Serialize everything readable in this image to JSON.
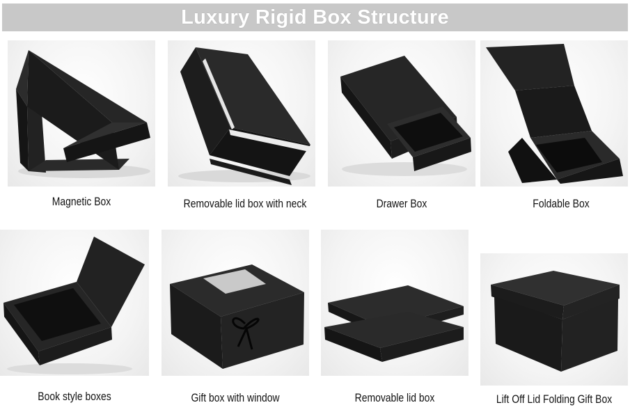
{
  "header": {
    "title": "Luxury Rigid Box Structure"
  },
  "colors": {
    "banner": "#c8c8c8",
    "box_black": "#1e1e1e"
  },
  "products": [
    {
      "label": "Magnetic Box",
      "image": "magnetic-box-image"
    },
    {
      "label": "Removable lid box with neck",
      "image": "removable-lid-neck-box-image"
    },
    {
      "label": "Drawer Box",
      "image": "drawer-box-image"
    },
    {
      "label": "Foldable Box",
      "image": "foldable-box-image"
    },
    {
      "label": "Book style boxes",
      "image": "book-style-box-image"
    },
    {
      "label": "Gift box with window",
      "image": "gift-box-window-image"
    },
    {
      "label": "Removable lid box",
      "image": "removable-lid-box-image"
    },
    {
      "label": "Lift Off Lid Folding Gift Box",
      "image": "lift-off-lid-box-image"
    }
  ]
}
